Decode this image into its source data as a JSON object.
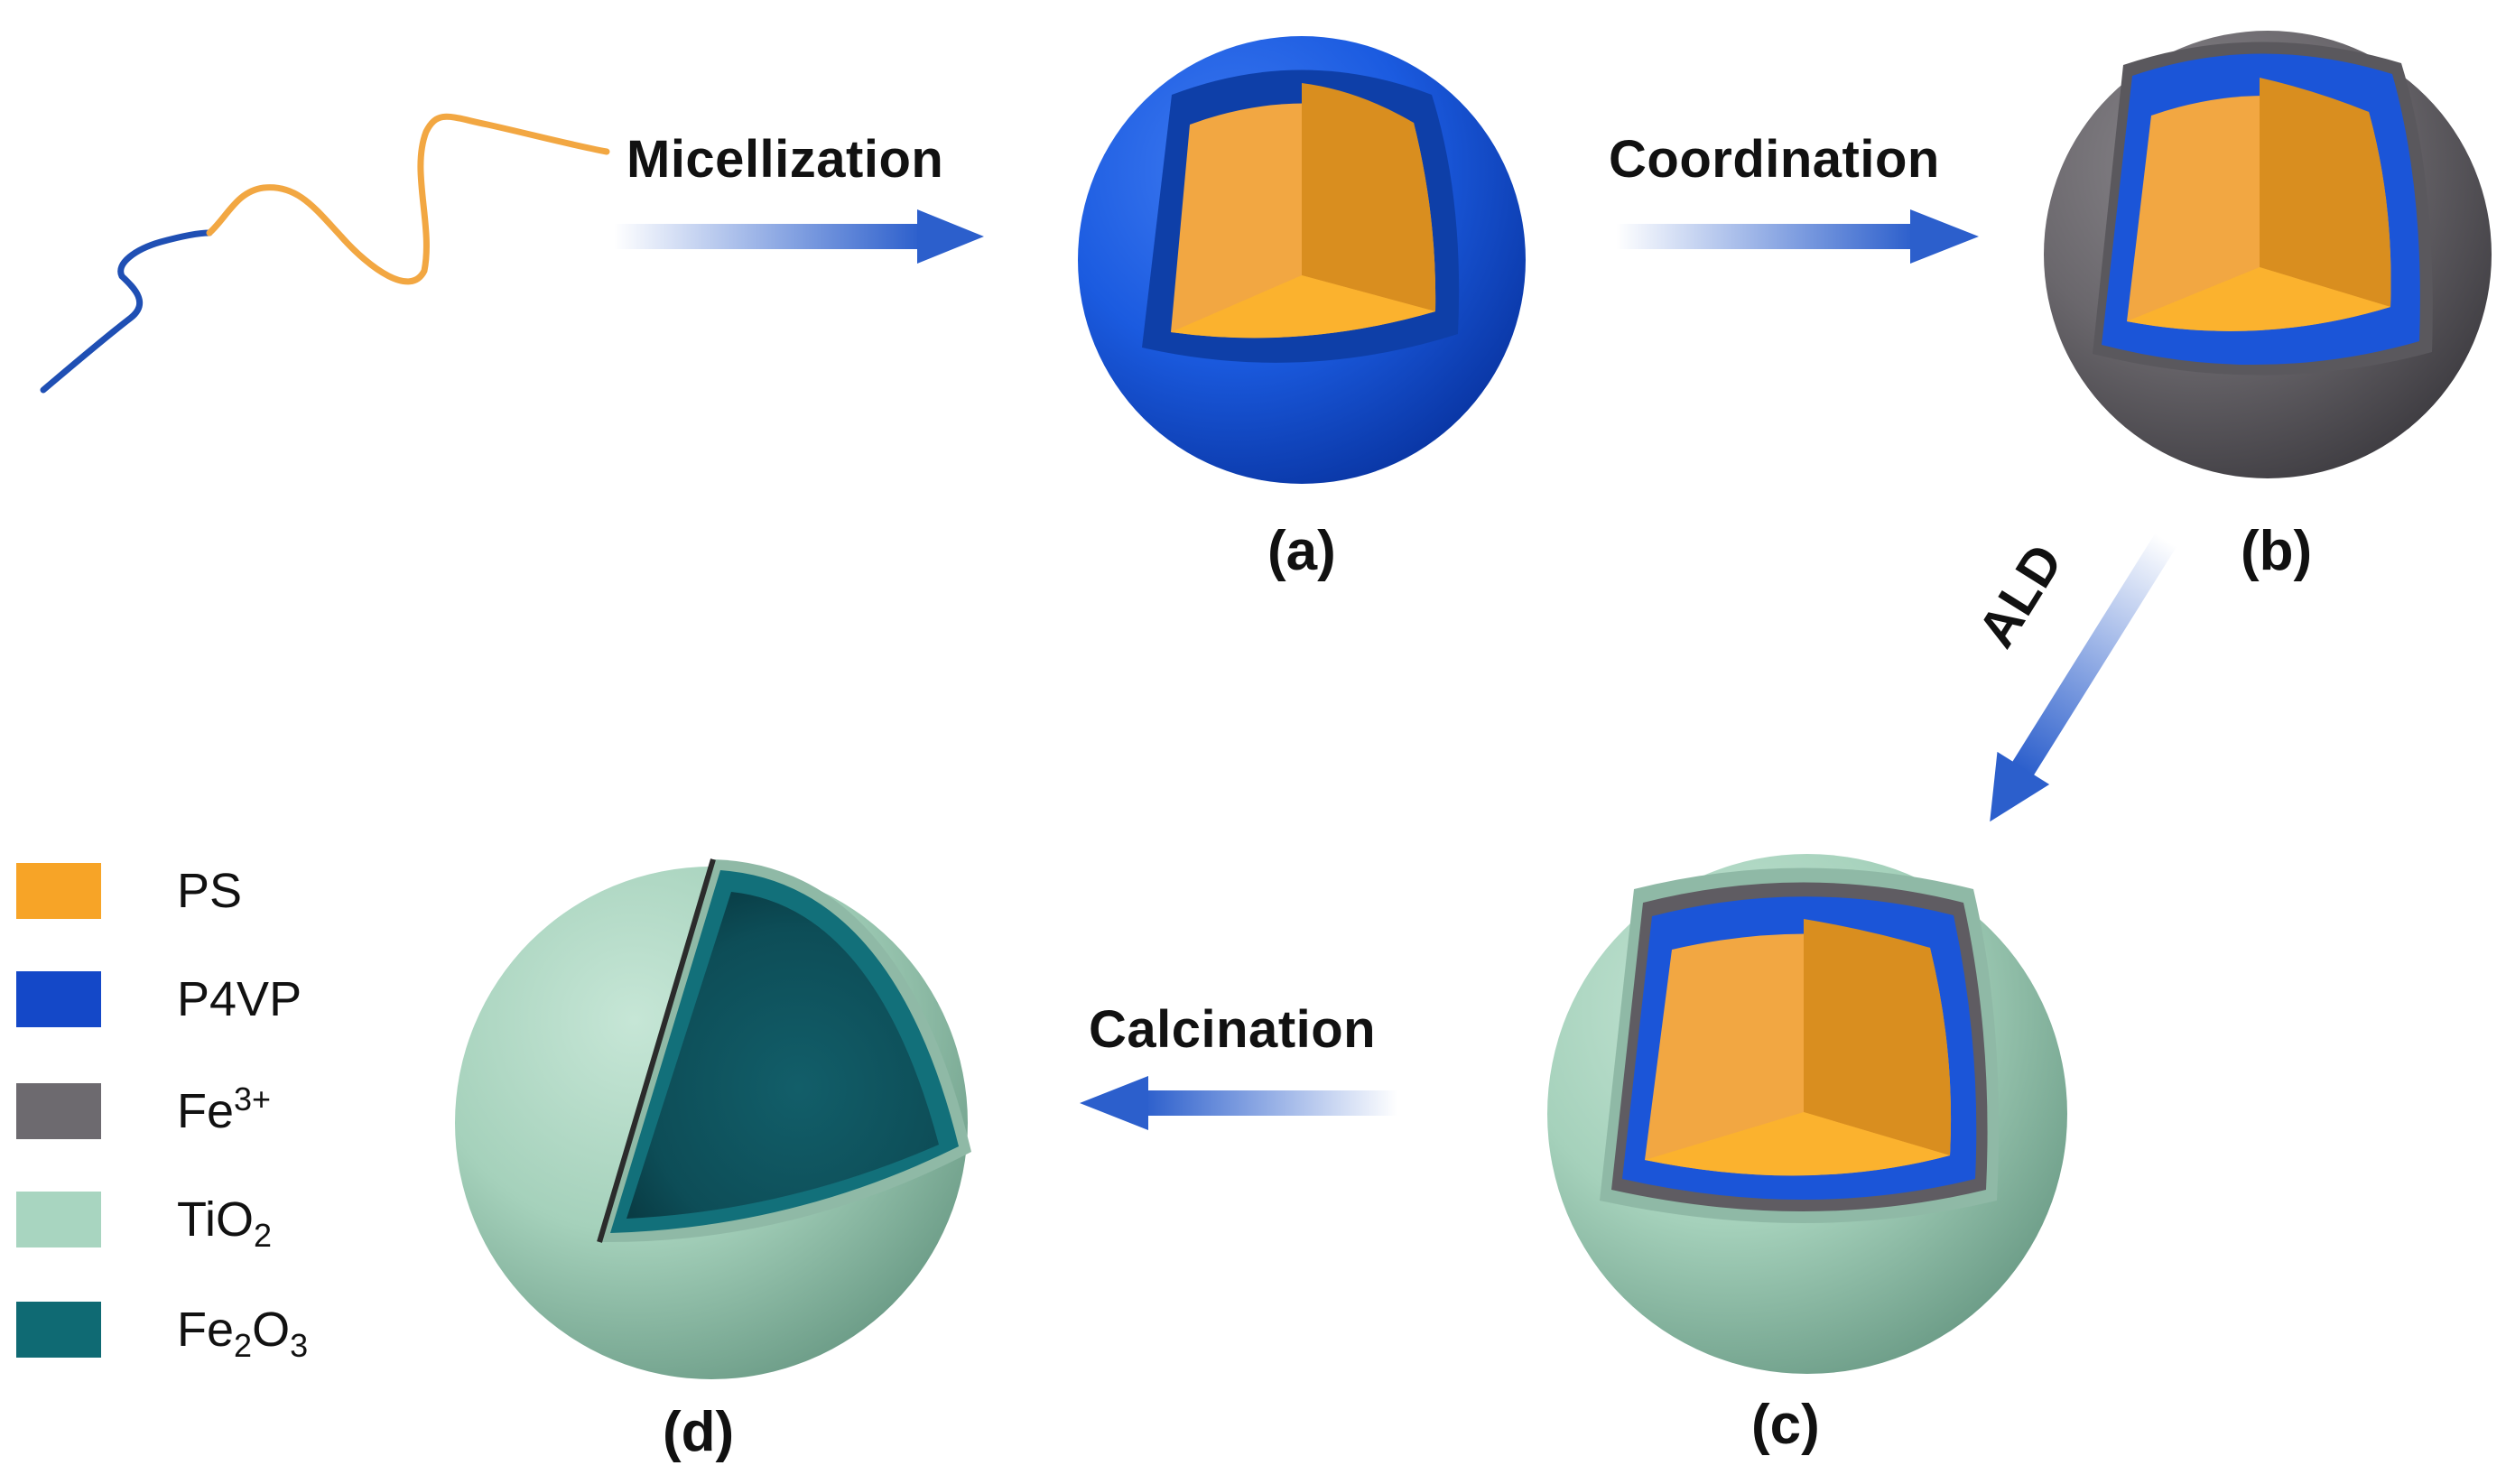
{
  "steps": {
    "micellization": "Micellization",
    "coordination": "Coordination",
    "ald": "ALD",
    "calcination": "Calcination"
  },
  "panels": {
    "a": "(a)",
    "b": "(b)",
    "c": "(c)",
    "d": "(d)"
  },
  "legend": {
    "ps": {
      "base": "PS",
      "color": "#F7A427"
    },
    "p4vp": {
      "base": "P4VP",
      "color": "#1448C8"
    },
    "fe3": {
      "base": "Fe",
      "sup": "3+",
      "color": "#6D6A6F"
    },
    "tio2": {
      "base": "TiO",
      "sub": "2",
      "color": "#A8D5C0"
    },
    "fe2o3": {
      "base": "Fe",
      "sub": "2",
      "base2": "O",
      "sub2": "3",
      "color": "#0F6A73"
    }
  },
  "colors": {
    "ps": "#F7A427",
    "p4vp": "#1448C8",
    "fe3": "#6D6A6F",
    "tio2": "#A8D5C0",
    "fe2o3": "#0F6A73",
    "arrow": "#2C5FCC",
    "chain_ps": "#F2A742",
    "chain_p4vp": "#1F4FB4"
  }
}
